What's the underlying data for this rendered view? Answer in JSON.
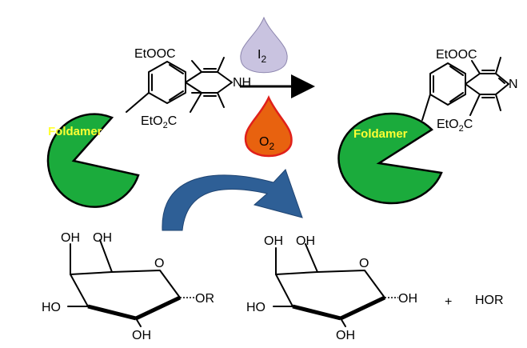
{
  "reagents": {
    "iodine_main": "I",
    "iodine_sub": "2",
    "oxygen_main": "O",
    "oxygen_sub": "2"
  },
  "colors": {
    "iodine_drop": "#c9c3e0",
    "oxygen_drop": "#e8620f",
    "oxygen_border": "#e0201a",
    "foldamer_fill": "#1bab3c",
    "foldamer_label": "#ffff33",
    "curved_arrow": "#2e5f96"
  },
  "left_complex": {
    "foldamer_label": "Foldamer",
    "group_top": "EtOOC",
    "group_bottom_a": "EtO",
    "group_bottom_sub": "2",
    "group_bottom_b": "C",
    "nh_label": "NH"
  },
  "right_complex": {
    "foldamer_label": "Foldamer",
    "group_top": "EtOOC",
    "group_bottom_a": "EtO",
    "group_bottom_sub": "2",
    "group_bottom_b": "C",
    "n_label": "N"
  },
  "left_sugar": {
    "oh_top1": "OH",
    "oh_top2": "OH",
    "ring_o": "O",
    "r_label": "R",
    "ho_left": "HO",
    "oh_bottom": "OH"
  },
  "right_sugar": {
    "oh_top1": "OH",
    "oh_top2": "OH",
    "ring_o": "O",
    "oh_anomeric": "OH",
    "ho_left": "HO",
    "oh_bottom": "OH"
  },
  "products": {
    "plus": "+",
    "hor": "HOR"
  }
}
